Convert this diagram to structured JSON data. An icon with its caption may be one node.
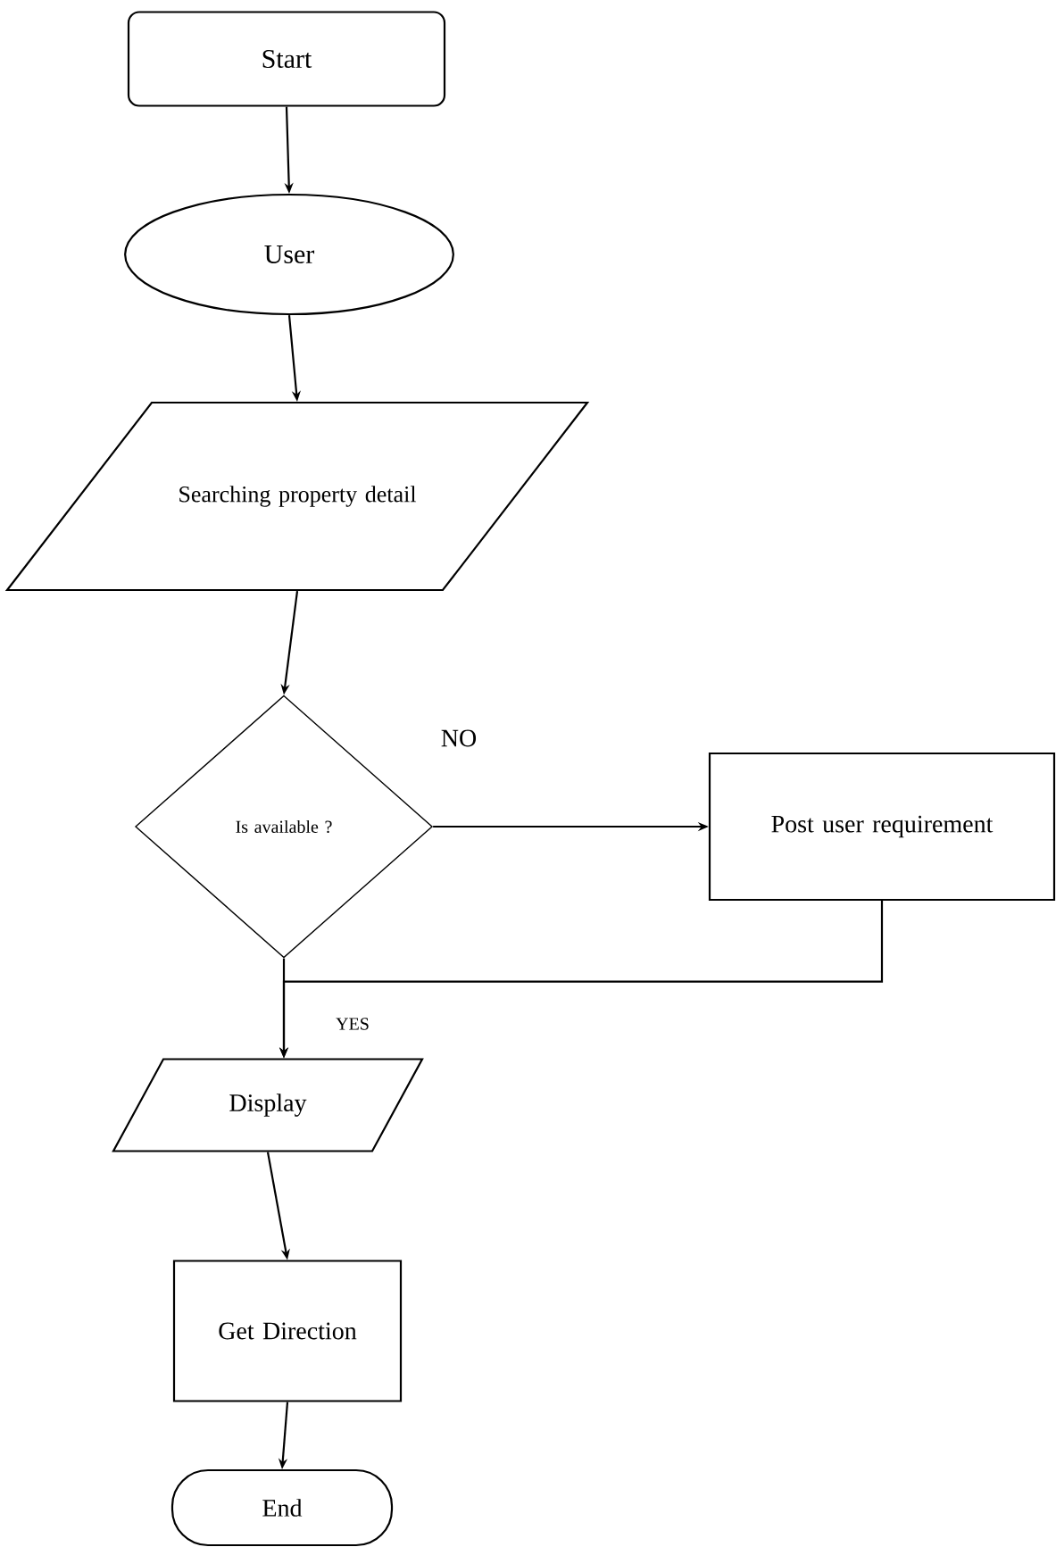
{
  "diagram": {
    "nodes": [
      {
        "text": [
          "Start"
        ]
      },
      {
        "text": [
          "User"
        ]
      },
      {
        "text": [
          "Searching property detail"
        ]
      },
      {
        "text": [
          "Is available ?"
        ]
      },
      {
        "text": [
          "Post user requirement"
        ]
      },
      {
        "text": [
          "Display"
        ]
      },
      {
        "text": [
          "Get Direction"
        ]
      },
      {
        "text": [
          "End"
        ]
      }
    ],
    "edges": [
      {
        "from": 0,
        "to": 1,
        "arrow": "to"
      },
      {
        "from": 1,
        "to": 2,
        "arrow": "to"
      },
      {
        "from": 2,
        "to": 3,
        "arrow": "to"
      },
      {
        "from": 3,
        "to": 4,
        "arrow": "to",
        "label": "NO"
      },
      {
        "from": 4,
        "to": 5,
        "arrow": "to"
      },
      {
        "from": 3,
        "to": 5,
        "arrow": "to",
        "label": "YES"
      },
      {
        "from": 5,
        "to": 6,
        "arrow": "to"
      },
      {
        "from": 6,
        "to": 7,
        "arrow": "to"
      }
    ]
  }
}
